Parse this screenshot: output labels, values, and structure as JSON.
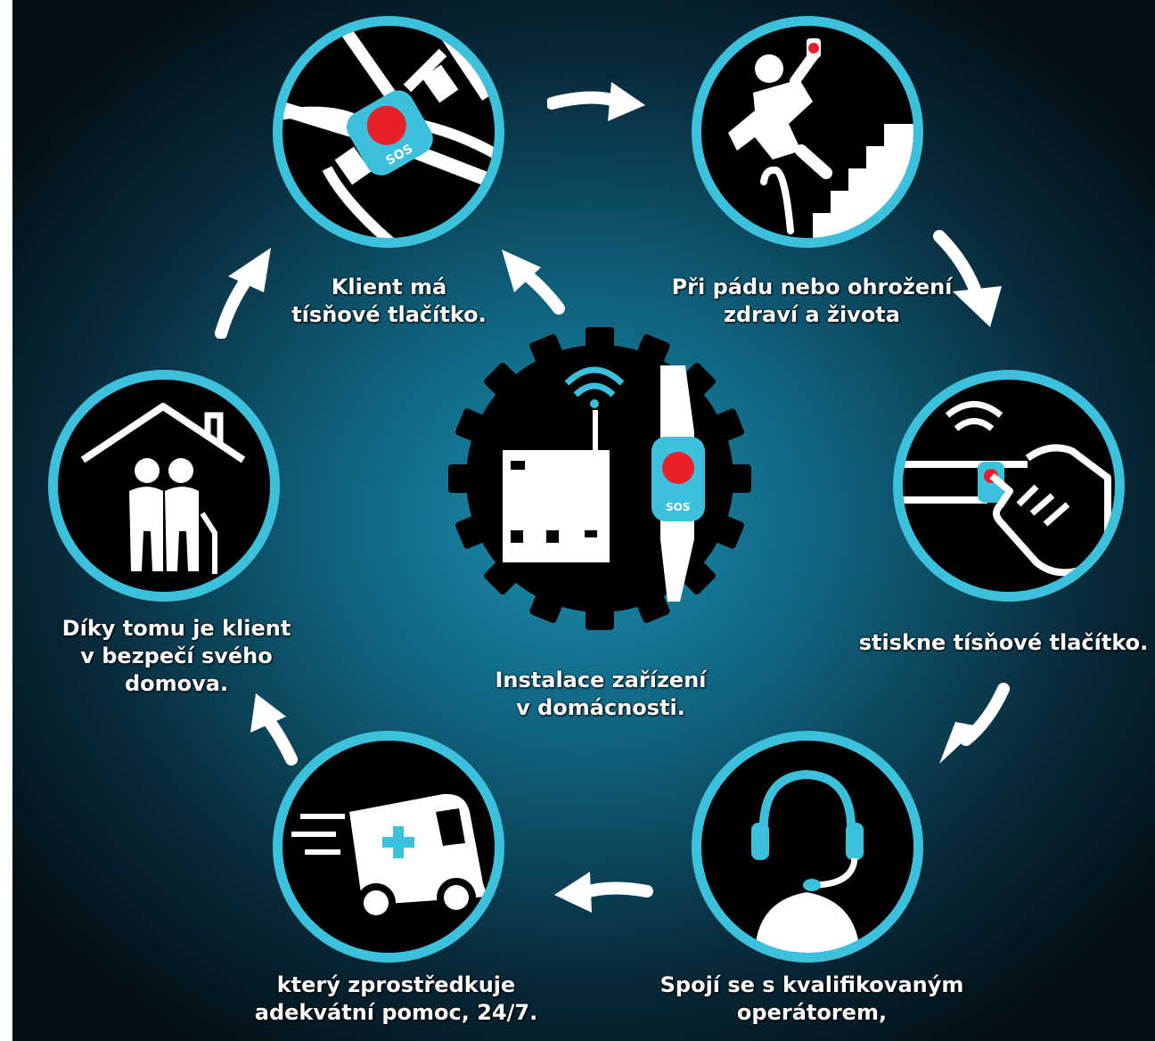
{
  "colors": {
    "accent": "#3bc1dc",
    "sos_red": "#e8202a",
    "background": "#0b3b4f"
  },
  "center": {
    "label": "Instalace zařízení\nv domácnosti.",
    "icons": [
      "router-icon",
      "wifi-icon",
      "sos-wristband-icon"
    ],
    "sos_text": "SOS"
  },
  "steps": [
    {
      "icon": "sos-wristband-icon",
      "label": "Klient má\ntísňové tlačítko.",
      "sos_text": "SOS"
    },
    {
      "icon": "falling-person-icon",
      "label": "Při pádu nebo ohrožení\nzdraví a života"
    },
    {
      "icon": "pressing-button-icon",
      "label": "stiskne tísňové tlačítko."
    },
    {
      "icon": "operator-headset-icon",
      "label": "Spojí se s kvalifikovaným\noperátorem,"
    },
    {
      "icon": "ambulance-icon",
      "label": "který zprostředkuje\nadekvátní pomoc, 24/7."
    },
    {
      "icon": "home-couple-icon",
      "label": "Díky tomu je klient\nv bezpečí svého\ndomova."
    }
  ]
}
